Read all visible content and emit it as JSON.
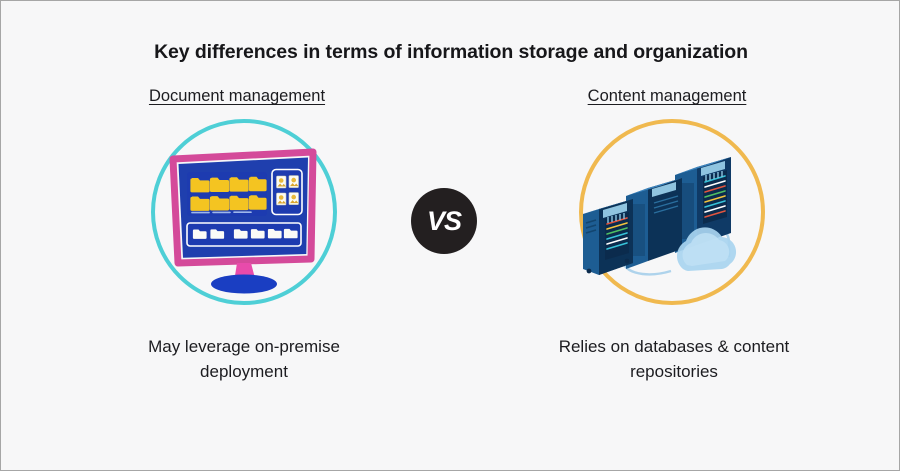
{
  "page": {
    "title": "Key differences in terms of information storage and organization",
    "background_color": "#f7f7f8",
    "border_color": "#a6a6a6"
  },
  "comparison": {
    "separator_label": "VS",
    "separator_bg": "#231f20",
    "left": {
      "heading": "Document management",
      "caption": "May leverage on-premise deployment",
      "ring_color": "#4ecfd6",
      "illustration": "desktop-monitor-with-folders-icon"
    },
    "right": {
      "heading": "Content management",
      "caption": "Relies on  databases & content repositories",
      "ring_color": "#f0b94f",
      "illustration": "server-racks-with-cloud-icon"
    }
  }
}
